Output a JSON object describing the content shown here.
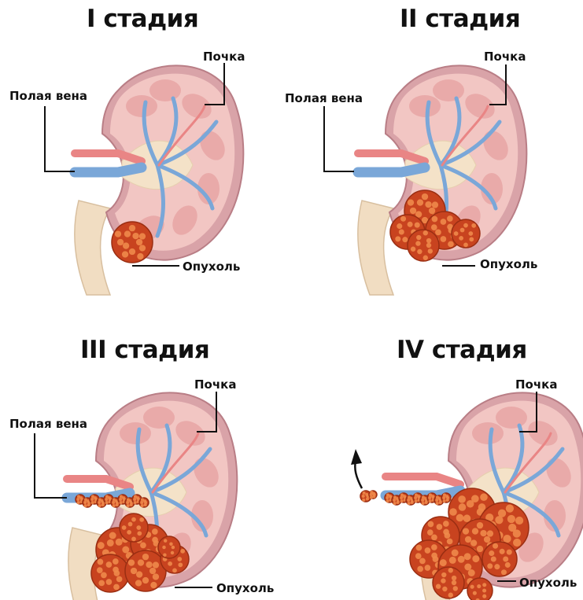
{
  "stages": [
    {
      "title": "I стадия",
      "kidney_label": "Почка",
      "vein_label": "Полая вена",
      "tumor_label": "Опухоль"
    },
    {
      "title": "II стадия",
      "kidney_label": "Почка",
      "vein_label": "Полая вена",
      "tumor_label": "Опухоль"
    },
    {
      "title": "III стадия",
      "kidney_label": "Почка",
      "vein_label": "Полая вена",
      "tumor_label": "Опухоль"
    },
    {
      "title": "IV стадия",
      "kidney_label": "Почка",
      "tumor_label": "Опухоль"
    }
  ],
  "colors": {
    "kidney_capsule": "#d9a3a8",
    "kidney_outer": "#f2c6c3",
    "cortex": "#e8a4a4",
    "pelvis": "#f4e2c8",
    "vein": "#7aa7d8",
    "artery": "#e98585",
    "ureter": "#f1ddc2",
    "tumor": "#c8431f",
    "tumor_light": "#ee8a4a"
  }
}
